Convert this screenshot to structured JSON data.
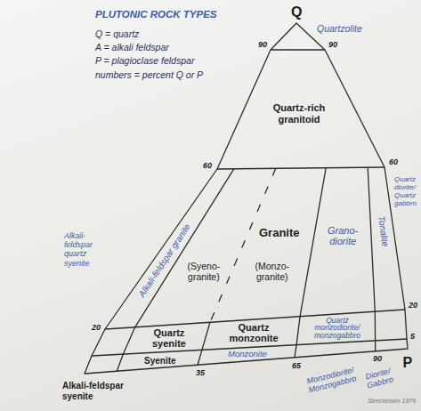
{
  "diagram": {
    "title": "PLUTONIC ROCK TYPES",
    "labels": [
      "Q = quartz",
      "A = alkali feldspar",
      "P = plagioclase feldspar",
      "numbers = percent Q or P",
      "Q",
      "Quartzolite",
      "90",
      "90",
      "Quartz-rich granitoid",
      "60",
      "60",
      "Alkali-feldspar granite",
      "Granite",
      "(Syeno- granite)",
      "(Monzo- granite)",
      "Grano- diorite",
      "Tonalite",
      "Quartz diorite/ Quartz gabbro",
      "Alkali-feldspar quartz syenite",
      "20",
      "20",
      "Quartz syenite",
      "Quartz monzonite",
      "Quartz monzodiorite/ monzogabbro",
      "5",
      "P",
      "Syenite",
      "Monzonite",
      "Alkali-feldspar syenite",
      "35",
      "65",
      "90",
      "Monzodiorite/ Monzogabbro",
      "Diorite/ Gabbro",
      "Streckeisen 1976"
    ]
  }
}
